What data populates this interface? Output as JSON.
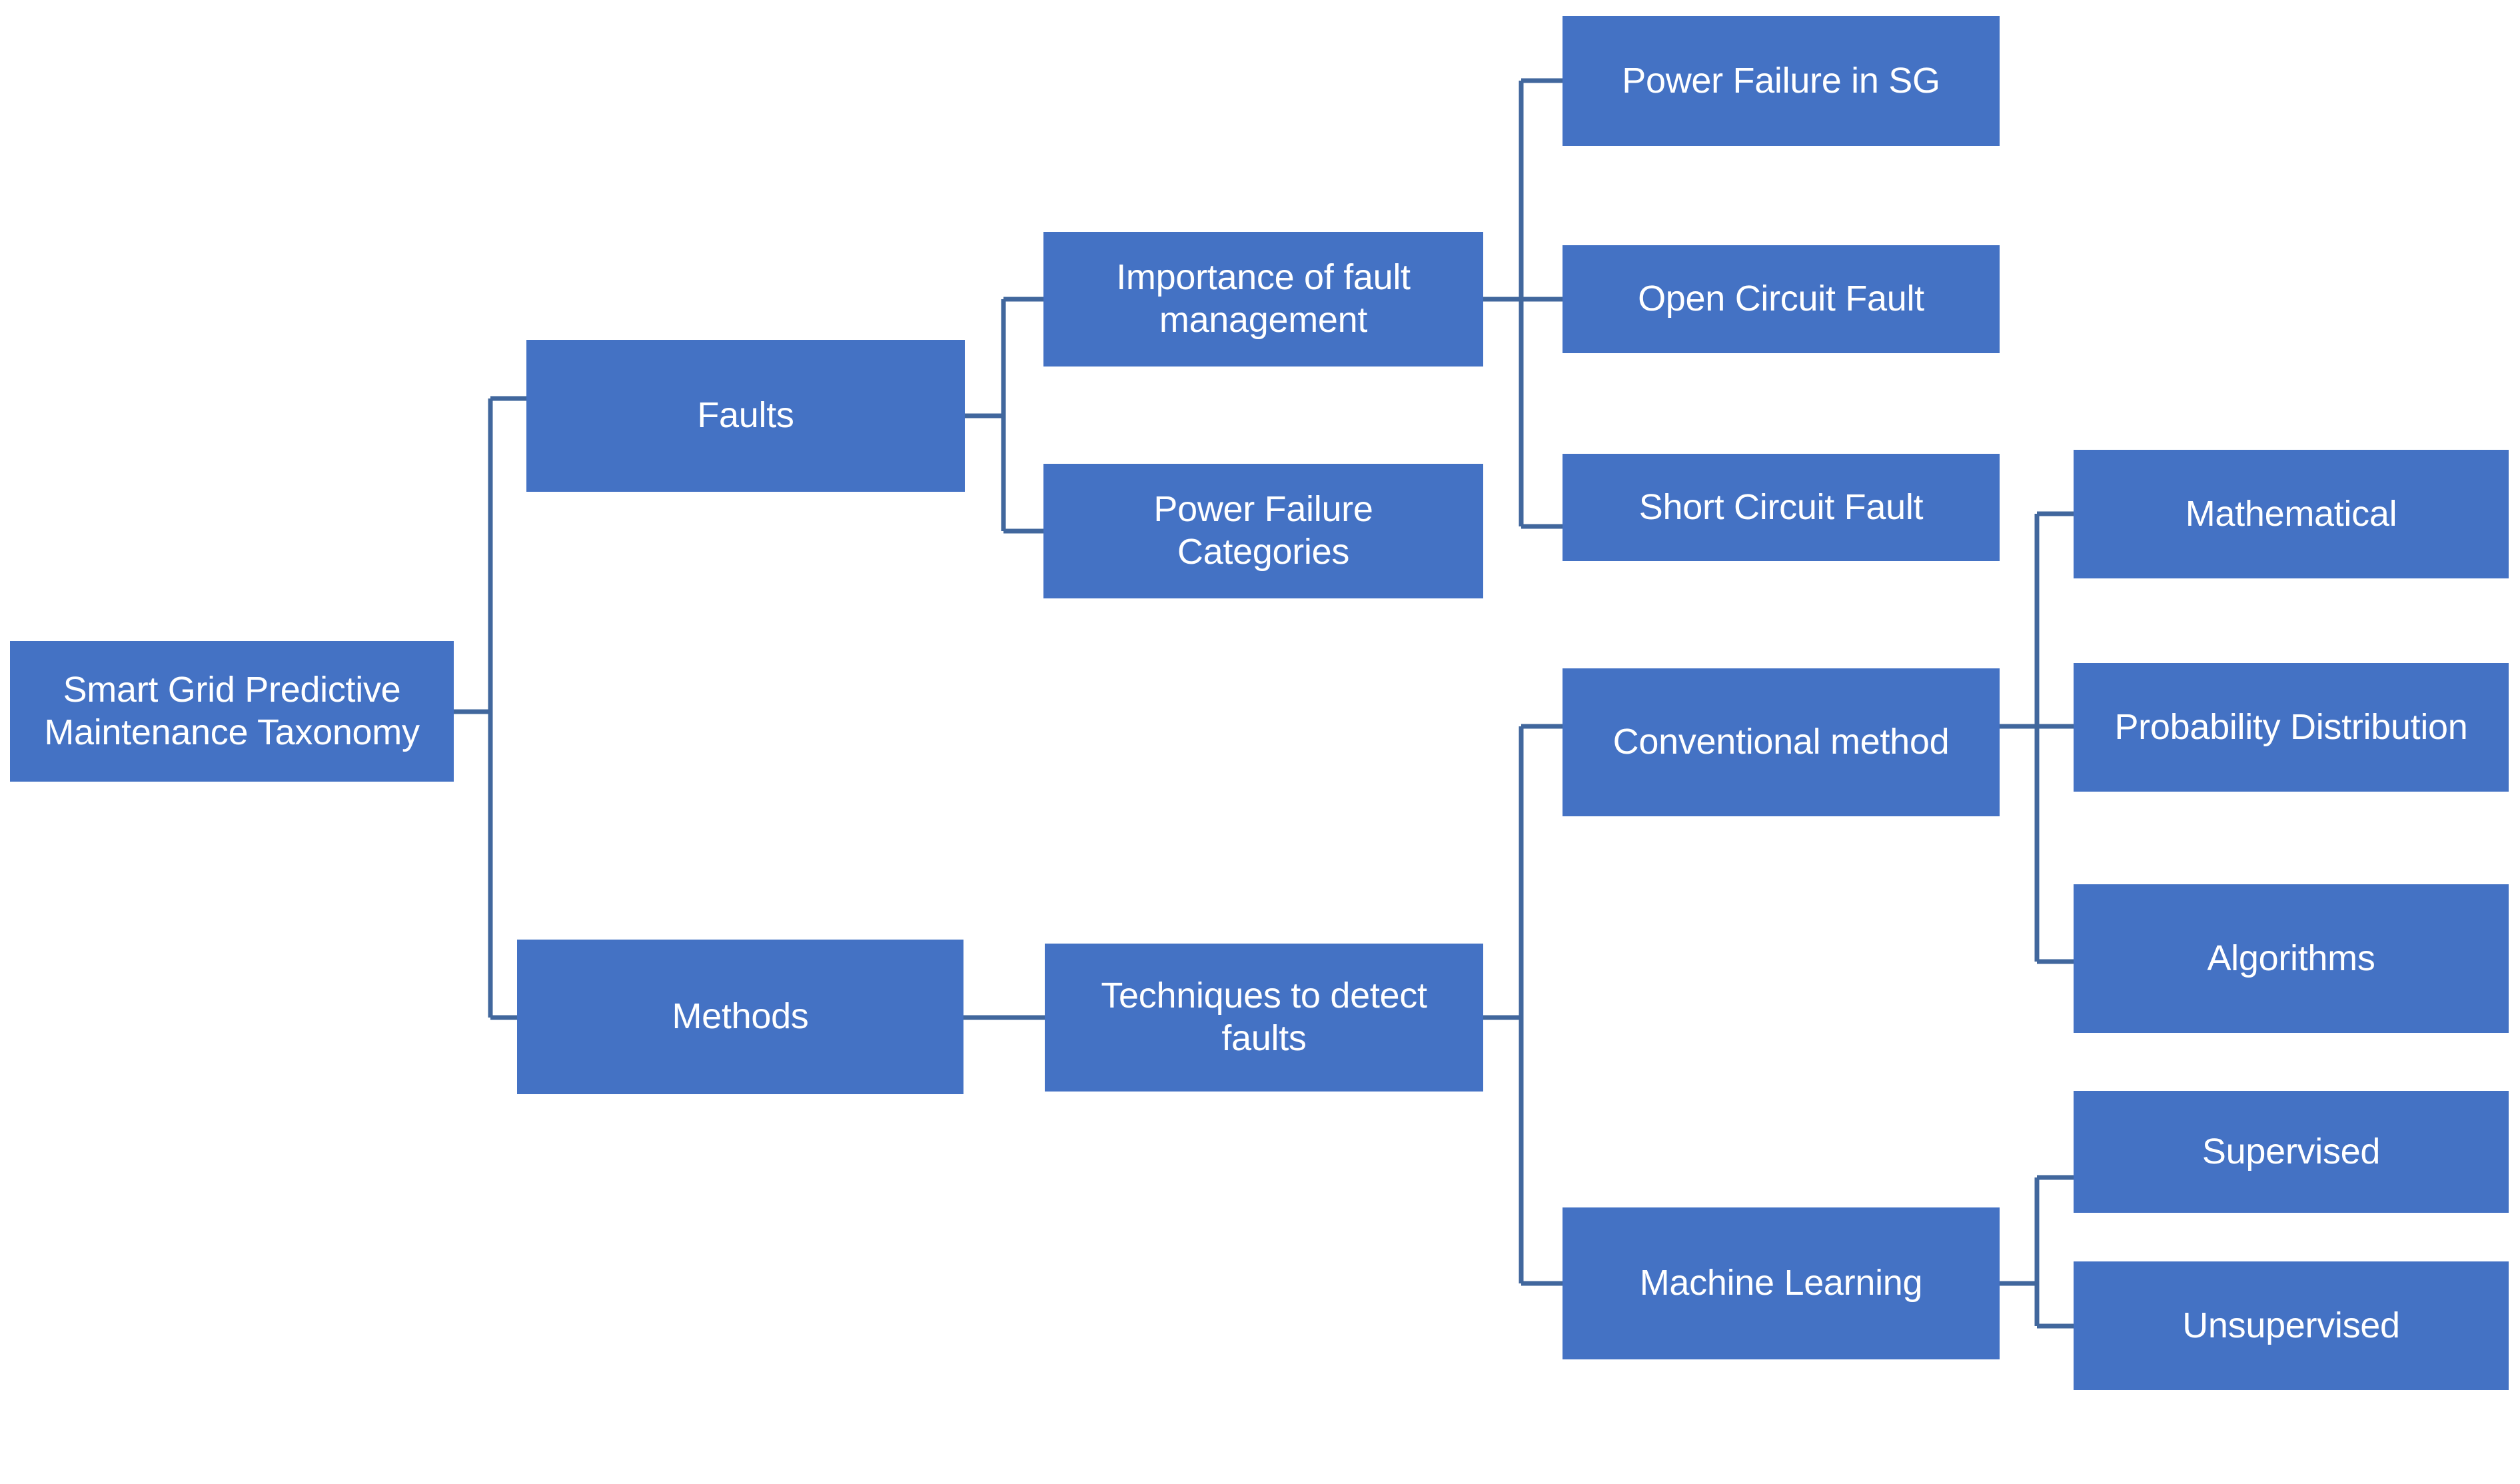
{
  "diagram": {
    "title": "Smart Grid Predictive Maintenance Taxonomy",
    "type": "tree-hierarchy",
    "orientation": "left-to-right",
    "colors": {
      "node_fill": "#4472C4",
      "node_text": "#FFFFFF",
      "connector": "#41679D",
      "background": "#FFFFFF"
    },
    "nodes": {
      "root": {
        "label": "Smart Grid Predictive\nMaintenance Taxonomy"
      },
      "faults": {
        "label": "Faults"
      },
      "methods": {
        "label": "Methods"
      },
      "importance_of_fault_management": {
        "label": "Importance of fault\nmanagement"
      },
      "power_failure_categories": {
        "label": "Power Failure\nCategories"
      },
      "techniques_to_detect_faults": {
        "label": "Techniques to detect\nfaults"
      },
      "power_failure_in_sg": {
        "label": "Power Failure in SG"
      },
      "open_circuit_fault": {
        "label": "Open Circuit Fault"
      },
      "short_circuit_fault": {
        "label": "Short Circuit Fault"
      },
      "conventional_method": {
        "label": "Conventional method"
      },
      "machine_learning": {
        "label": "Machine Learning"
      },
      "mathematical": {
        "label": "Mathematical"
      },
      "probability_distribution": {
        "label": "Probability Distribution"
      },
      "algorithms": {
        "label": "Algorithms"
      },
      "supervised": {
        "label": "Supervised"
      },
      "unsupervised": {
        "label": "Unsupervised"
      }
    },
    "edges": [
      {
        "from": "root",
        "to": "faults"
      },
      {
        "from": "root",
        "to": "methods"
      },
      {
        "from": "faults",
        "to": "importance_of_fault_management"
      },
      {
        "from": "faults",
        "to": "power_failure_categories"
      },
      {
        "from": "methods",
        "to": "techniques_to_detect_faults"
      },
      {
        "from": "importance_of_fault_management",
        "to": "power_failure_in_sg"
      },
      {
        "from": "importance_of_fault_management",
        "to": "open_circuit_fault"
      },
      {
        "from": "importance_of_fault_management",
        "to": "short_circuit_fault"
      },
      {
        "from": "techniques_to_detect_faults",
        "to": "conventional_method"
      },
      {
        "from": "techniques_to_detect_faults",
        "to": "machine_learning"
      },
      {
        "from": "conventional_method",
        "to": "mathematical"
      },
      {
        "from": "conventional_method",
        "to": "probability_distribution"
      },
      {
        "from": "conventional_method",
        "to": "algorithms"
      },
      {
        "from": "machine_learning",
        "to": "supervised"
      },
      {
        "from": "machine_learning",
        "to": "unsupervised"
      }
    ]
  }
}
